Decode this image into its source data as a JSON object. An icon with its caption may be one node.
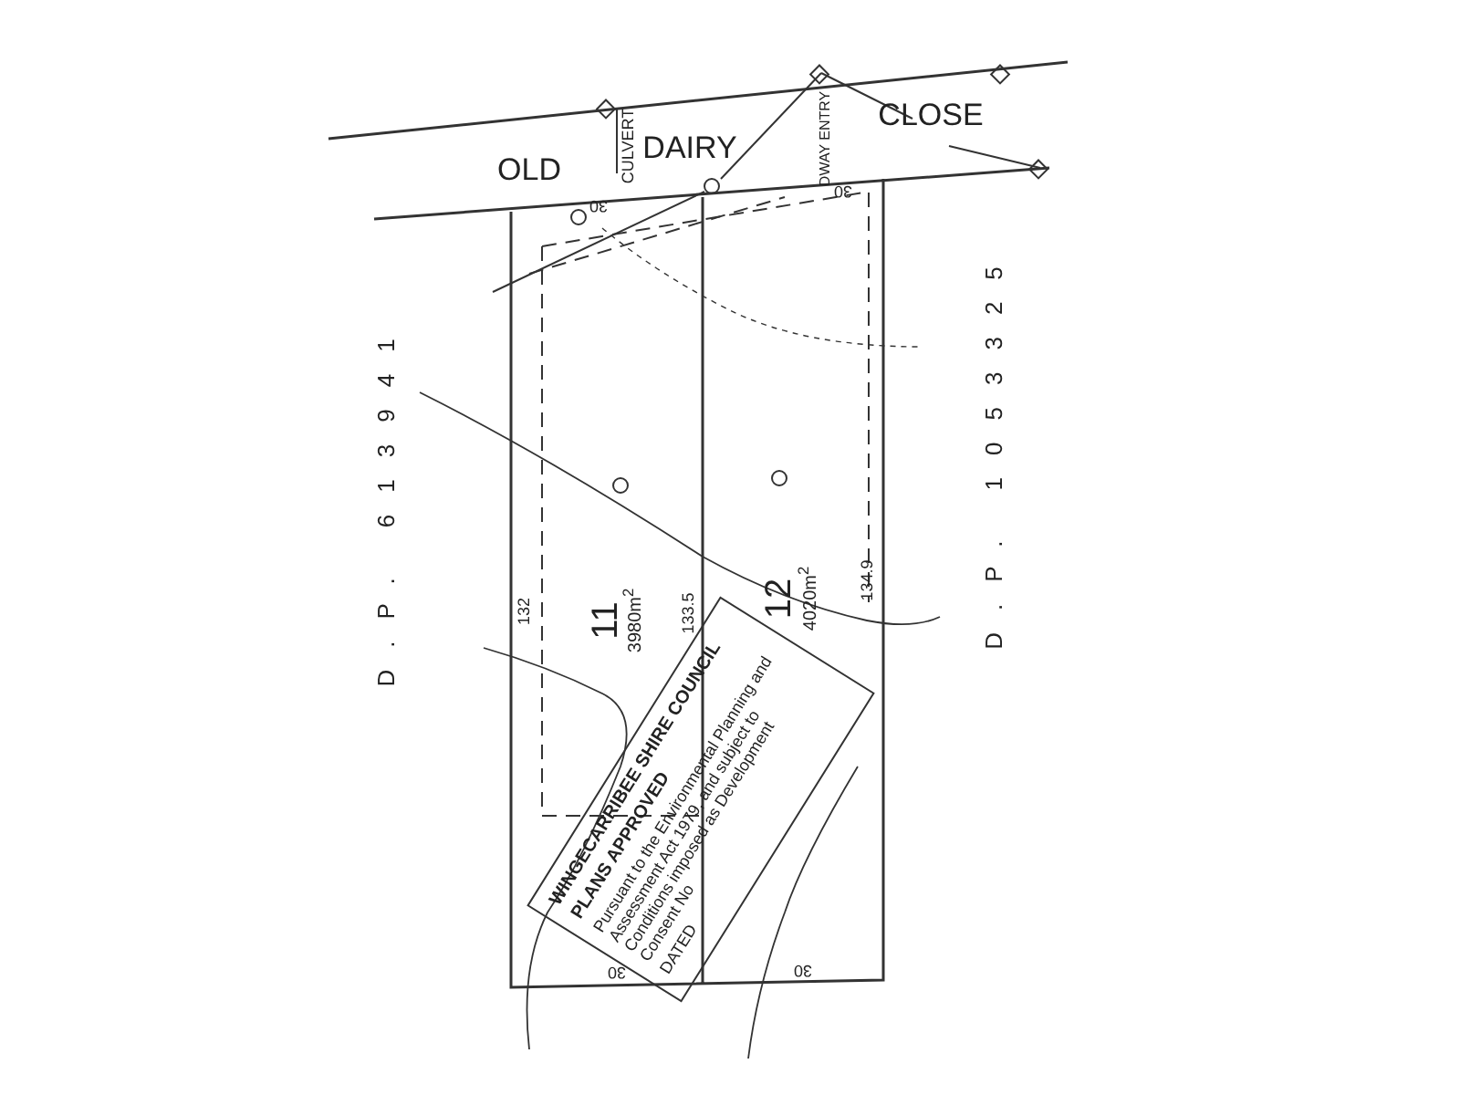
{
  "diagram": {
    "nodes": [
      {
        "text": [
          "WINGECARRIBEE SHIRE COUNCIL",
          "PLANS APPROVED",
          "Pursuant to the Environmental Planning and Assessment Act 1979, and subject to Conditions imposed as Development Consent No",
          "DATED"
        ]
      }
    ],
    "labels": [
      "OLD",
      "CULVERT",
      "DAIRY",
      "DWAY ENTRY",
      "CLOSE",
      "30",
      "30",
      "D.P. 613941",
      "D.P. 1053325",
      "132",
      "11",
      "3980m$^{2}$",
      "133.5",
      "12",
      "4020m$^{2}$",
      "134.9",
      "30",
      "30"
    ]
  }
}
